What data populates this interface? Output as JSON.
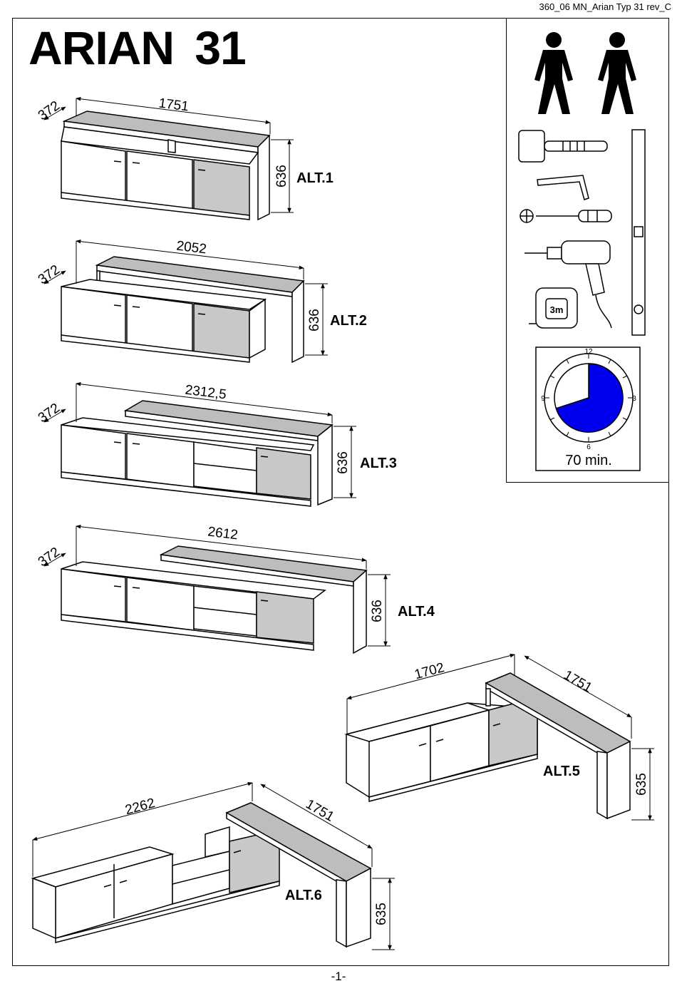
{
  "header": {
    "doc_code": "360_06 MN_Arian Typ 31 rev_C"
  },
  "product": {
    "title": "ARIAN 31"
  },
  "colors": {
    "line": "#000000",
    "door_grey": "#c8c8c8",
    "top_grey": "#bdbdbd",
    "clock_fill": "#0000ee"
  },
  "tools": {
    "people_count": 2,
    "icons": [
      "person-icon",
      "person-icon",
      "rubber-mallet-icon",
      "allen-key-icon",
      "phillips-screwdriver-icon",
      "power-drill-icon",
      "tape-measure-icon",
      "spirit-level-icon"
    ],
    "tape_label": "3m",
    "clock": {
      "labels": {
        "top": "12",
        "right": "3",
        "bottom": "6",
        "left": "9"
      },
      "fill_fraction": 0.7,
      "time_label": "70 min."
    }
  },
  "variants": [
    {
      "label": "ALT.1",
      "dims": {
        "width": "1751",
        "depth": "372",
        "height": "636"
      }
    },
    {
      "label": "ALT.2",
      "dims": {
        "width": "2052",
        "depth": "372",
        "height": "636"
      }
    },
    {
      "label": "ALT.3",
      "dims": {
        "width": "2312,5",
        "depth": "372",
        "height": "636"
      }
    },
    {
      "label": "ALT.4",
      "dims": {
        "width": "2612",
        "depth": "372",
        "height": "636"
      }
    },
    {
      "label": "ALT.5",
      "dims": {
        "width": "1702",
        "top_length": "1751",
        "height": "635"
      }
    },
    {
      "label": "ALT.6",
      "dims": {
        "width": "2262",
        "top_length": "1751",
        "height": "635"
      }
    }
  ],
  "footer": {
    "page": "-1-"
  }
}
